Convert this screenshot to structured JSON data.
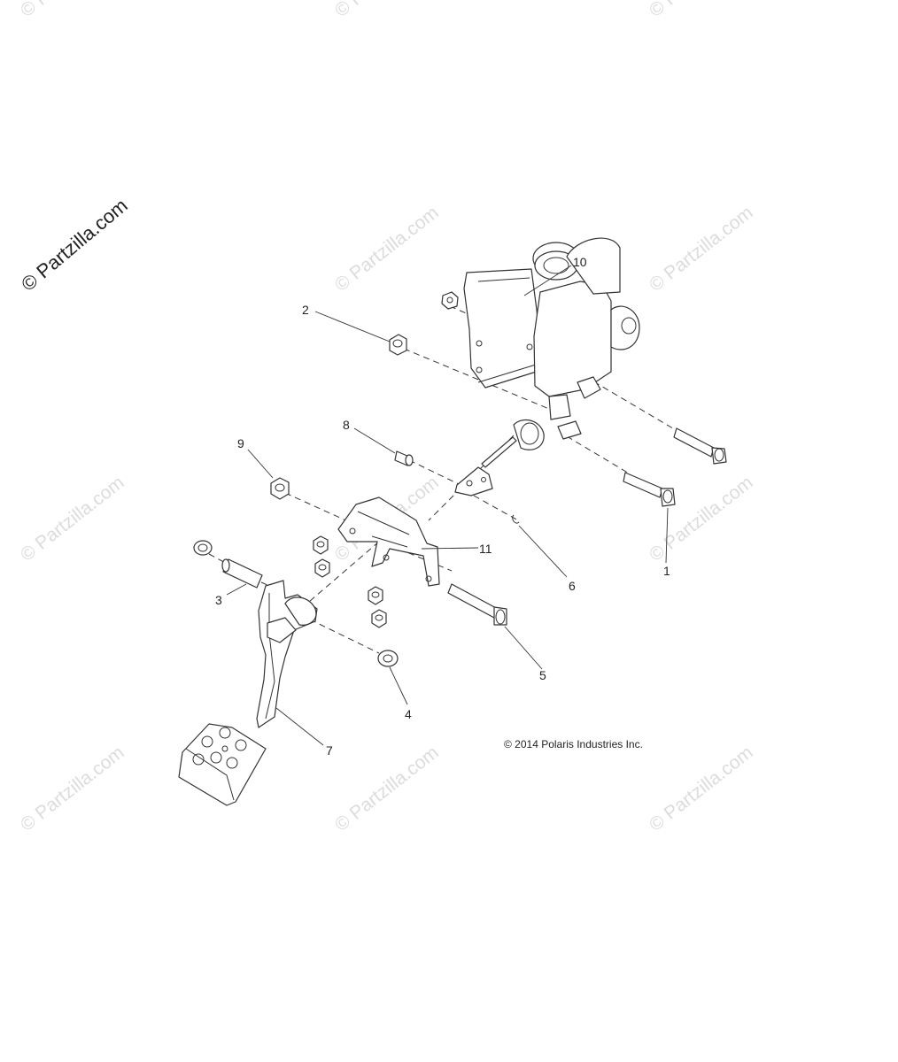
{
  "watermark": {
    "main_text": "© Partzilla.com",
    "faint_text": "© Partzilla.com",
    "main_color": "#222222",
    "faint_color": "#dcdcdc"
  },
  "copyright": "© 2014 Polaris Industries Inc.",
  "callouts": [
    {
      "id": "1",
      "label": "1"
    },
    {
      "id": "2",
      "label": "2"
    },
    {
      "id": "3",
      "label": "3"
    },
    {
      "id": "4",
      "label": "4"
    },
    {
      "id": "5",
      "label": "5"
    },
    {
      "id": "6",
      "label": "6"
    },
    {
      "id": "7",
      "label": "7"
    },
    {
      "id": "8",
      "label": "8"
    },
    {
      "id": "9",
      "label": "9"
    },
    {
      "id": "10",
      "label": "10"
    },
    {
      "id": "11",
      "label": "11"
    }
  ]
}
